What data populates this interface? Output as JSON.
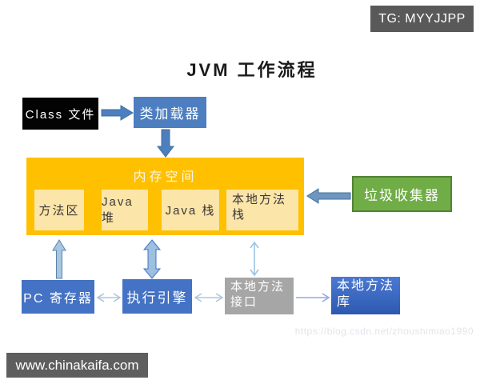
{
  "badge": "TG: MYYJJPP",
  "title": "JVM 工作流程",
  "diagram": {
    "class_file": "Class 文件",
    "class_loader": "类加载器",
    "memory_space": "内存空间",
    "method_area": "方法区",
    "java_heap": "Java 堆",
    "java_stack": "Java 栈",
    "native_method_stack": "本地方法栈",
    "garbage_collector": "垃圾收集器",
    "pc_register": "PC 寄存器",
    "execution_engine": "执行引擎",
    "native_method_interface": "本地方法接口",
    "native_method_library": "本地方法库"
  },
  "watermark": "https://blog.csdn.net/zhoushimiao1990",
  "footer": "www.chinakaifa.com",
  "colors": {
    "memory_orange": "#ffc000",
    "inner_yellow": "#fce5a8",
    "box_blue": "#4472c4",
    "loader_blue": "#4d7ebf",
    "library_blue_top": "#4b79d2",
    "library_blue_bottom": "#2d59b0",
    "interface_gray": "#a6a6a6",
    "collector_green": "#70ad47",
    "collector_border_green": "#548235",
    "dark_bar_gray": "#595959",
    "arrow_steel_blue": "#4d7ebf",
    "arrow_light_blue": "#9dc3e6"
  }
}
